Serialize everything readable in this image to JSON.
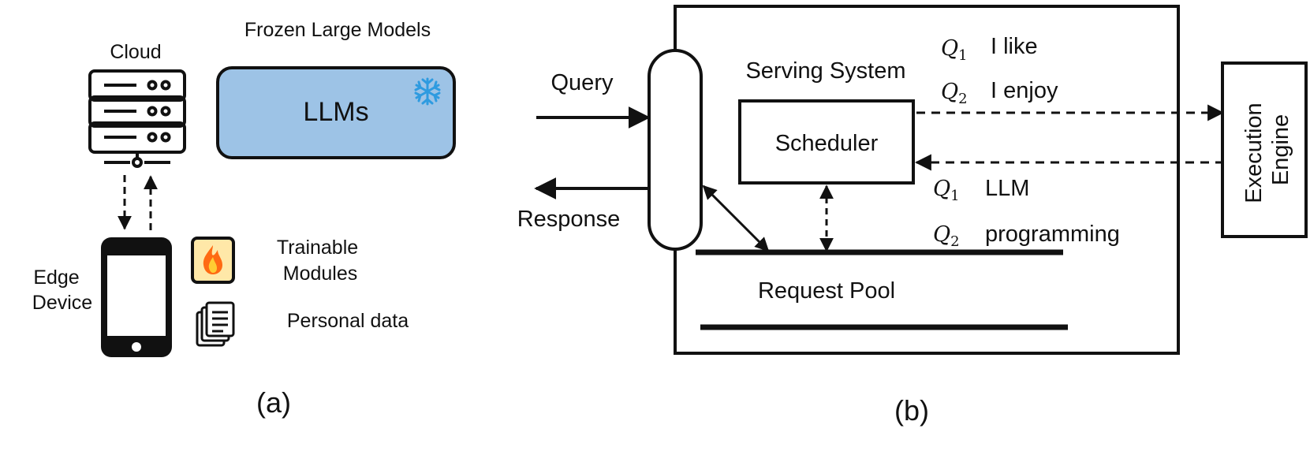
{
  "panel_a": {
    "cloud_label": "Cloud",
    "frozen_label": "Frozen Large Models",
    "llm_box_label": "LLMs",
    "edge_label_line1": "Edge",
    "edge_label_line2": "Device",
    "trainable_line1": "Trainable",
    "trainable_line2": "Modules",
    "personal_data_label": "Personal data",
    "caption": "(a)",
    "llm_box_color": "#9dc3e6",
    "trainable_icon_bg": "#ffe8a8",
    "icons": [
      "server-icon",
      "snowflake-icon",
      "phone-icon",
      "fire-icon",
      "documents-icon"
    ]
  },
  "panel_b": {
    "query_label": "Query",
    "response_label": "Response",
    "serving_system_label": "Serving System",
    "scheduler_label": "Scheduler",
    "request_pool_label": "Request Pool",
    "execution_engine_line1": "Execution",
    "execution_engine_line2": "Engine",
    "queries_out": [
      {
        "q": "Q",
        "sub": "1",
        "text": "I like"
      },
      {
        "q": "Q",
        "sub": "2",
        "text": "I enjoy"
      }
    ],
    "queries_in": [
      {
        "q": "Q",
        "sub": "1",
        "text": "LLM"
      },
      {
        "q": "Q",
        "sub": "2",
        "text": "programming"
      }
    ],
    "caption": "(b)"
  }
}
